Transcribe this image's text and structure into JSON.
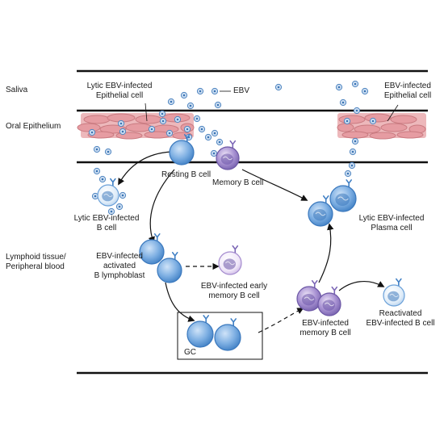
{
  "compartments": {
    "saliva": "Saliva",
    "oral_epithelium": "Oral Epithelium",
    "lymphoid_tissue": [
      "Lymphoid tissue/",
      "Peripheral blood"
    ]
  },
  "labels": {
    "lytic_epithelial": [
      "Lytic EBV-infected",
      "Epithelial cell"
    ],
    "ebv": "EBV",
    "ebv_epithelial": [
      "EBV-infected",
      "Epithelial cell"
    ],
    "resting_b": "Resting B cell",
    "memory_b": "Memory B cell",
    "lytic_b": [
      "Lytic EBV-infected",
      "B cell"
    ],
    "lytic_plasma": [
      "Lytic EBV-infected",
      "Plasma cell"
    ],
    "lymphoblast": [
      "EBV-infected",
      "activated",
      "B lymphoblast"
    ],
    "early_memory": [
      "EBV-infected early",
      "memory B cell"
    ],
    "gc": "GC",
    "infected_memory": [
      "EBV-infected",
      "memory B cell"
    ],
    "reactivated": [
      "Reactivated",
      "EBV-infected B cell"
    ]
  },
  "colors": {
    "line": "#111111",
    "epithelium": "#e8a4a8",
    "epithelium_dark": "#c97a80",
    "b_cell": "#6fa3dc",
    "b_cell_light": "#d7e8f7",
    "memory_cell": "#9b86c7",
    "memory_light": "#e6dcf3",
    "virion": "#5a8fc5"
  }
}
